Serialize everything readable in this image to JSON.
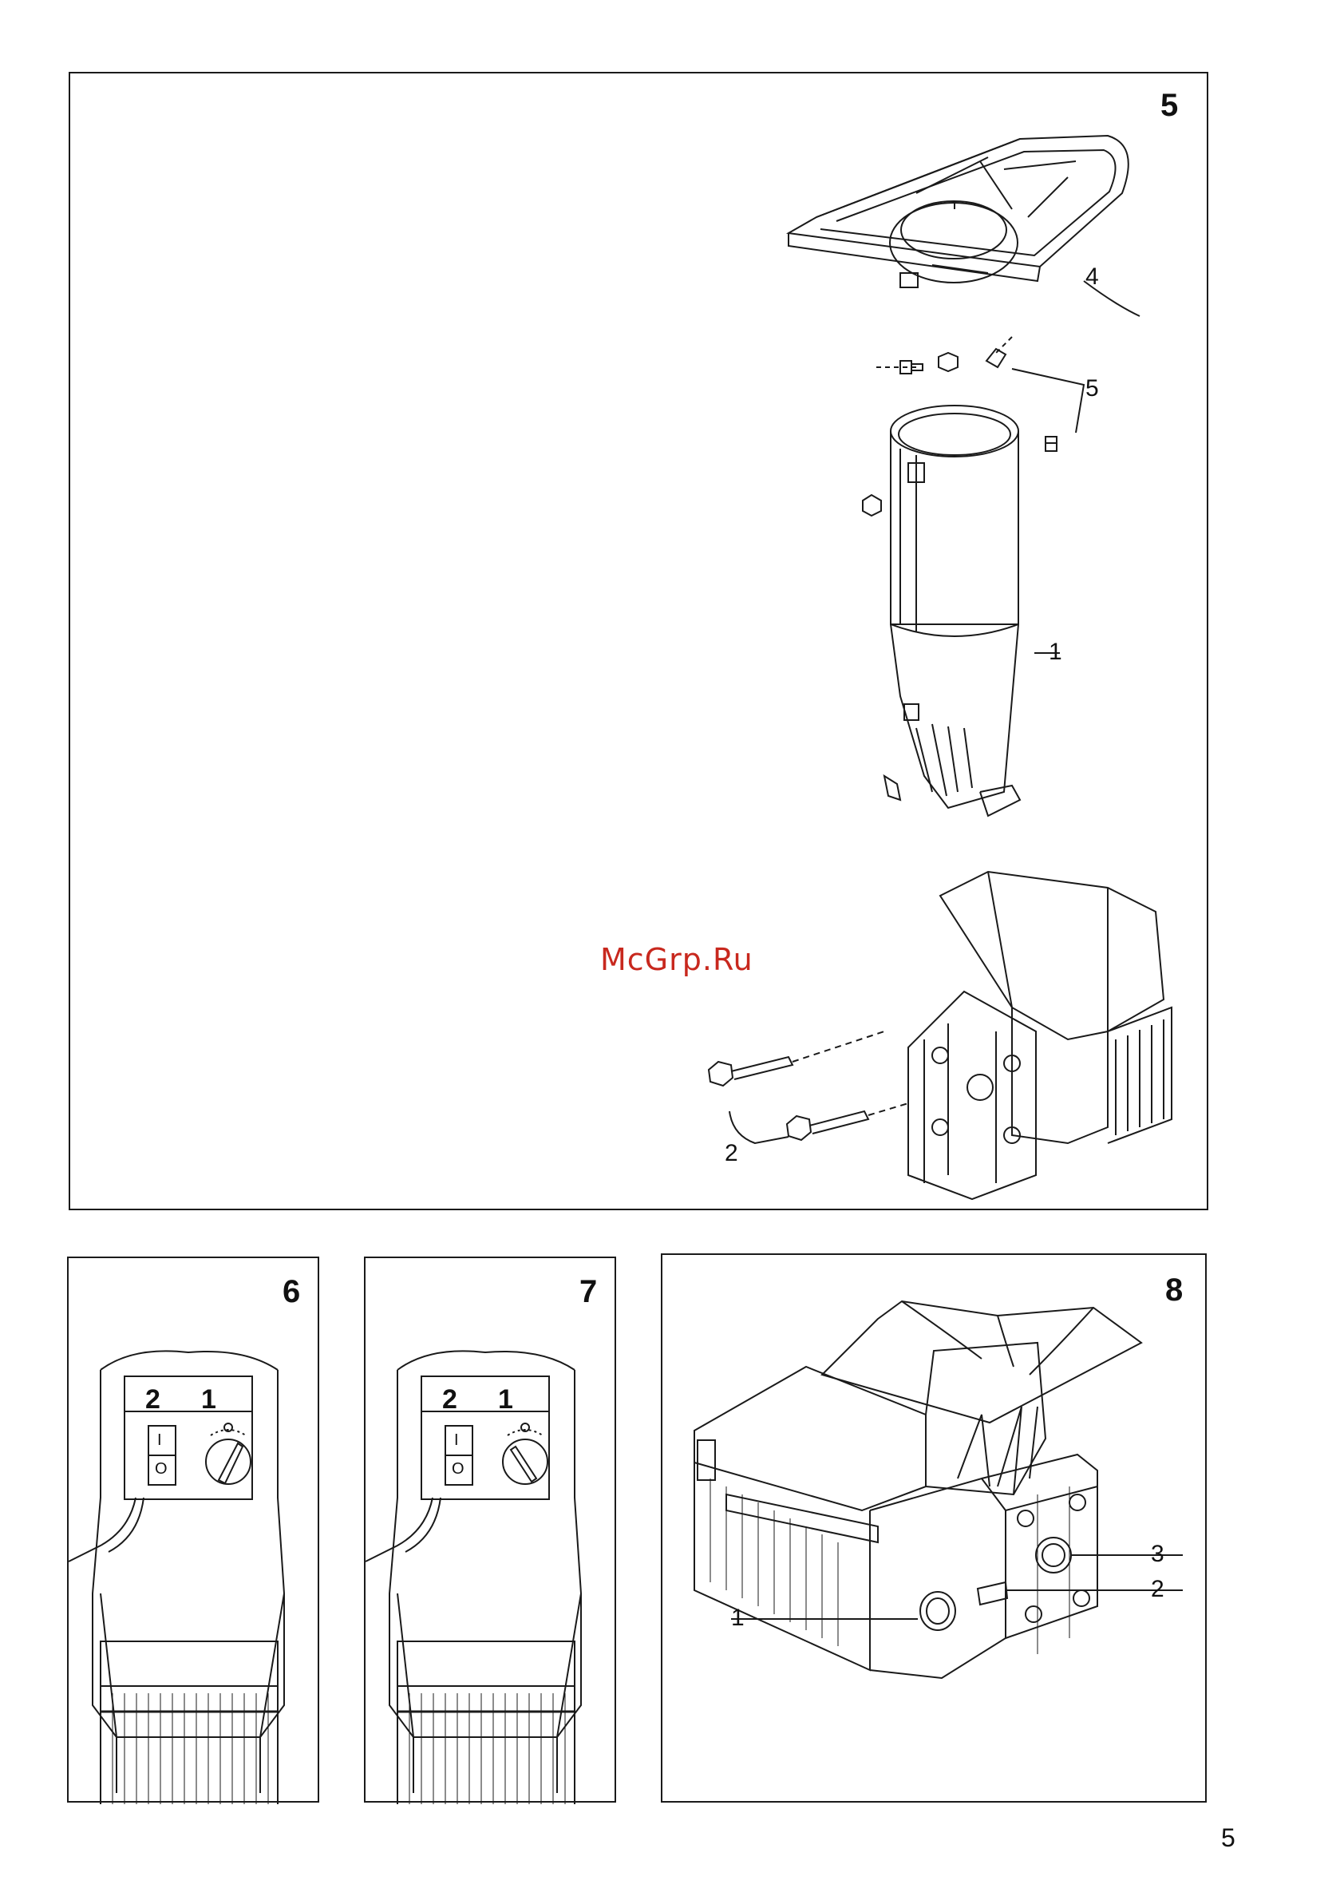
{
  "figures": [
    {
      "id": "5",
      "label": "5",
      "callouts": [
        "4",
        "5",
        "1",
        "2"
      ]
    },
    {
      "id": "6",
      "label": "6",
      "switch_labels": [
        "2",
        "1"
      ],
      "rocker": [
        "I",
        "O"
      ]
    },
    {
      "id": "7",
      "label": "7",
      "switch_labels": [
        "2",
        "1"
      ],
      "rocker": [
        "I",
        "O"
      ]
    },
    {
      "id": "8",
      "label": "8",
      "callouts": [
        "3",
        "2",
        "1"
      ]
    }
  ],
  "watermark": "McGrp.Ru",
  "page_number": "5"
}
